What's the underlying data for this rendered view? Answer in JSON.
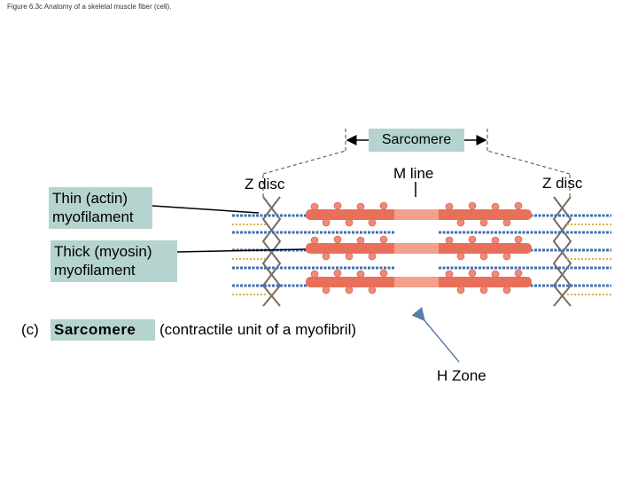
{
  "caption": "Figure 6.3c Anatomy of a skeletal muscle fiber (cell).",
  "labels": {
    "sarcomere_top": "Sarcomere",
    "z_disc_left": "Z disc",
    "m_line": "M line",
    "z_disc_right": "Z disc",
    "thin_filament": "Thin (actin)\nmyofilament",
    "thick_filament": "Thick (myosin)\nmyofilament",
    "panel_letter": "(c)",
    "sarcomere_bottom": "Sarcomere",
    "sarcomere_desc": "(contractile unit of a myofibril)",
    "h_zone": "H Zone"
  },
  "colors": {
    "label_box": "#b5d3cf",
    "myosin": "#e8705a",
    "actin": "#3f6fb0",
    "z_disc": "#8a7a6a",
    "arrow": "#5a7fa8"
  }
}
